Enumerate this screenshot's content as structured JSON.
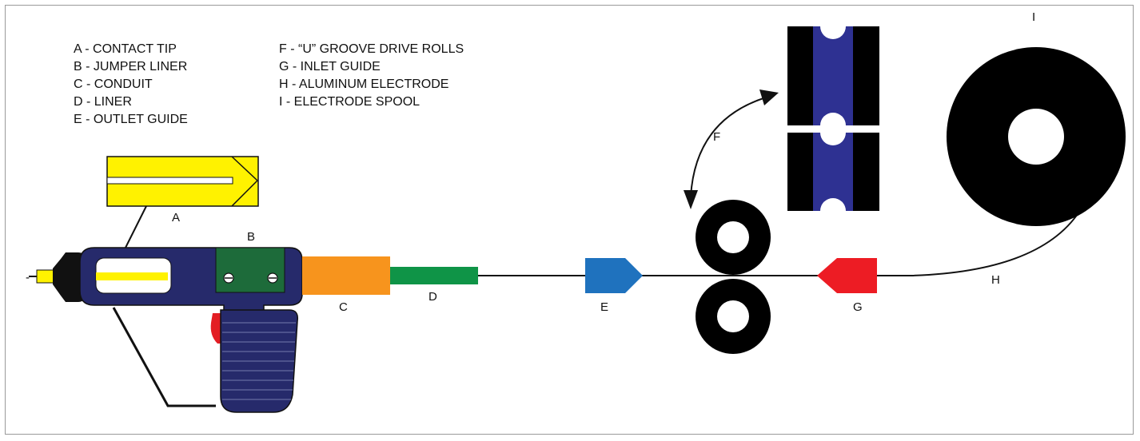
{
  "legend": {
    "col1": [
      "A - CONTACT TIP",
      "B - JUMPER LINER",
      "C - CONDUIT",
      "D - LINER",
      "E - OUTLET GUIDE"
    ],
    "col2": [
      "F - “U” GROOVE DRIVE ROLLS",
      "G - INLET GUIDE",
      "H - ALUMINUM ELECTRODE",
      "I - ELECTRODE SPOOL"
    ]
  },
  "labels": {
    "a": "A",
    "b": "B",
    "c": "C",
    "d": "D",
    "e": "E",
    "f": "F",
    "g": "G",
    "h": "H",
    "i": "I",
    "dash": "-"
  },
  "colors": {
    "contact_tip": "#fff200",
    "gun_body": "#262a6b",
    "jumper_liner_block": "#1d6b3a",
    "conduit": "#f7941d",
    "liner": "#0f9447",
    "outlet_guide": "#1f72be",
    "inlet_guide": "#ed1c24",
    "drive_roll": "#000000",
    "groove_insert": "#2e3192",
    "trigger": "#e31e24",
    "spool": "#000000"
  }
}
